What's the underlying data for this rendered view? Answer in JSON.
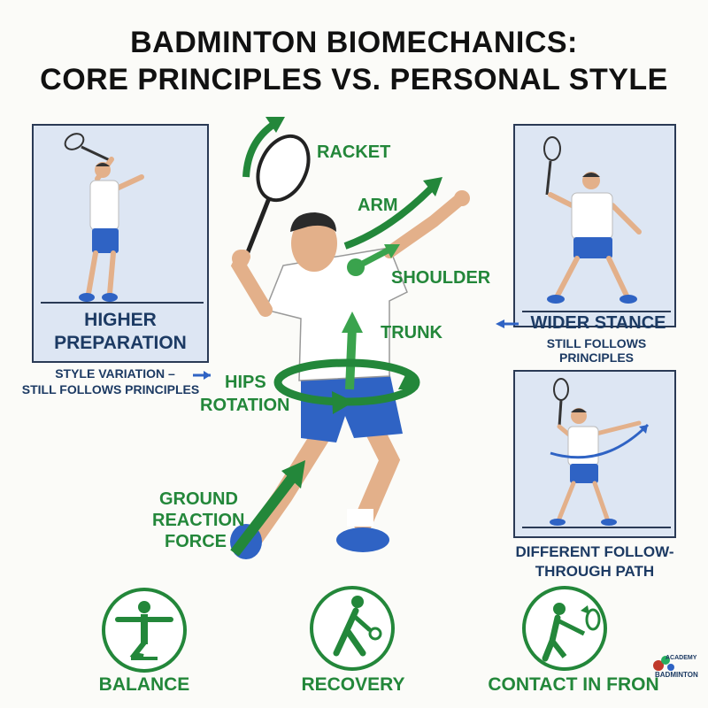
{
  "title": {
    "line1": "BADMINTON BIOMECHANICS:",
    "line2": "CORE PRINCIPLES VS. PERSONAL STYLE"
  },
  "left_panel": {
    "title_line1": "HIGHER",
    "title_line2": "PREPARATION",
    "note_line1": "STYLE VARIATION –",
    "note_line2": "STILL FOLLOWS PRINCIPLES"
  },
  "right_top_panel": {
    "title": "WIDER STANCE",
    "note": "STILL FOLLOWS PRINCIPLES"
  },
  "right_bottom_panel": {
    "title_line1": "DIFFERENT FOLLOW-",
    "title_line2": "THROUGH PATH"
  },
  "center_labels": {
    "racket": "RACKET",
    "arm": "ARM",
    "shoulder": "SHOULDER",
    "trunk": "TRUNK",
    "hips_line1": "HIPS",
    "hips_line2": "ROTATION",
    "ground_line1": "GROUND",
    "ground_line2": "REACTION",
    "ground_line3": "FORCE"
  },
  "footer": {
    "balance": "BALANCE",
    "recovery": "RECOVERY",
    "contact": "CONTACT IN FRON"
  },
  "logo": {
    "line1": "ACADEMY",
    "line2": "BADMINTON"
  },
  "colors": {
    "green": "#23873a",
    "navy": "#1c3a63",
    "panel_bg": "#dde6f3",
    "shorts_blue": "#2f63c4"
  },
  "icons": [
    "balance-icon",
    "recovery-icon",
    "contact-icon"
  ]
}
